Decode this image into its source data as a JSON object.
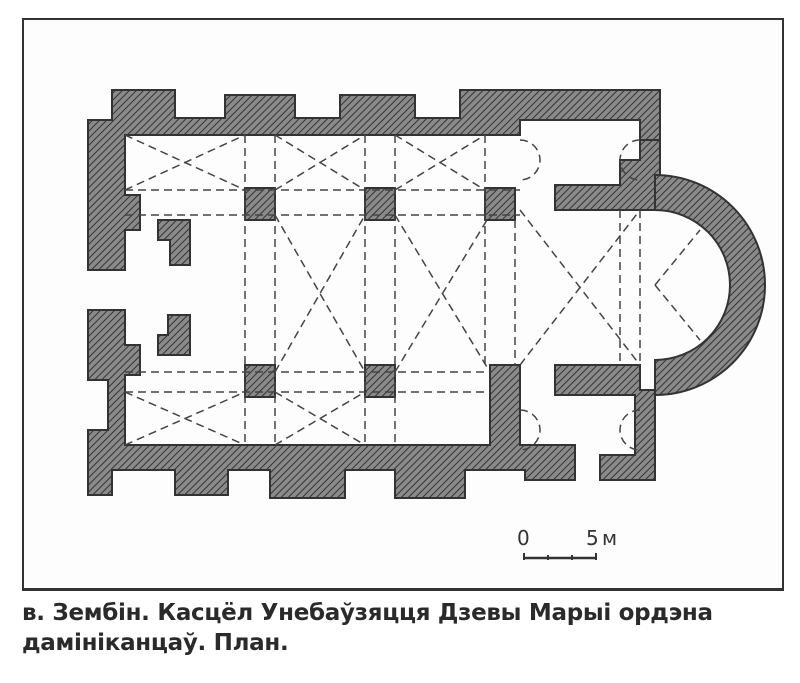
{
  "scale": {
    "zero_label": "0",
    "five_label": "5",
    "unit_label": "м"
  },
  "caption": {
    "line1": "в. Зембін. Касцёл Унебаўзяцця Дзевы Марыі ордэна",
    "line2": "дамініканцаў. План."
  },
  "colors": {
    "wall": "#555555",
    "line": "#333333"
  }
}
